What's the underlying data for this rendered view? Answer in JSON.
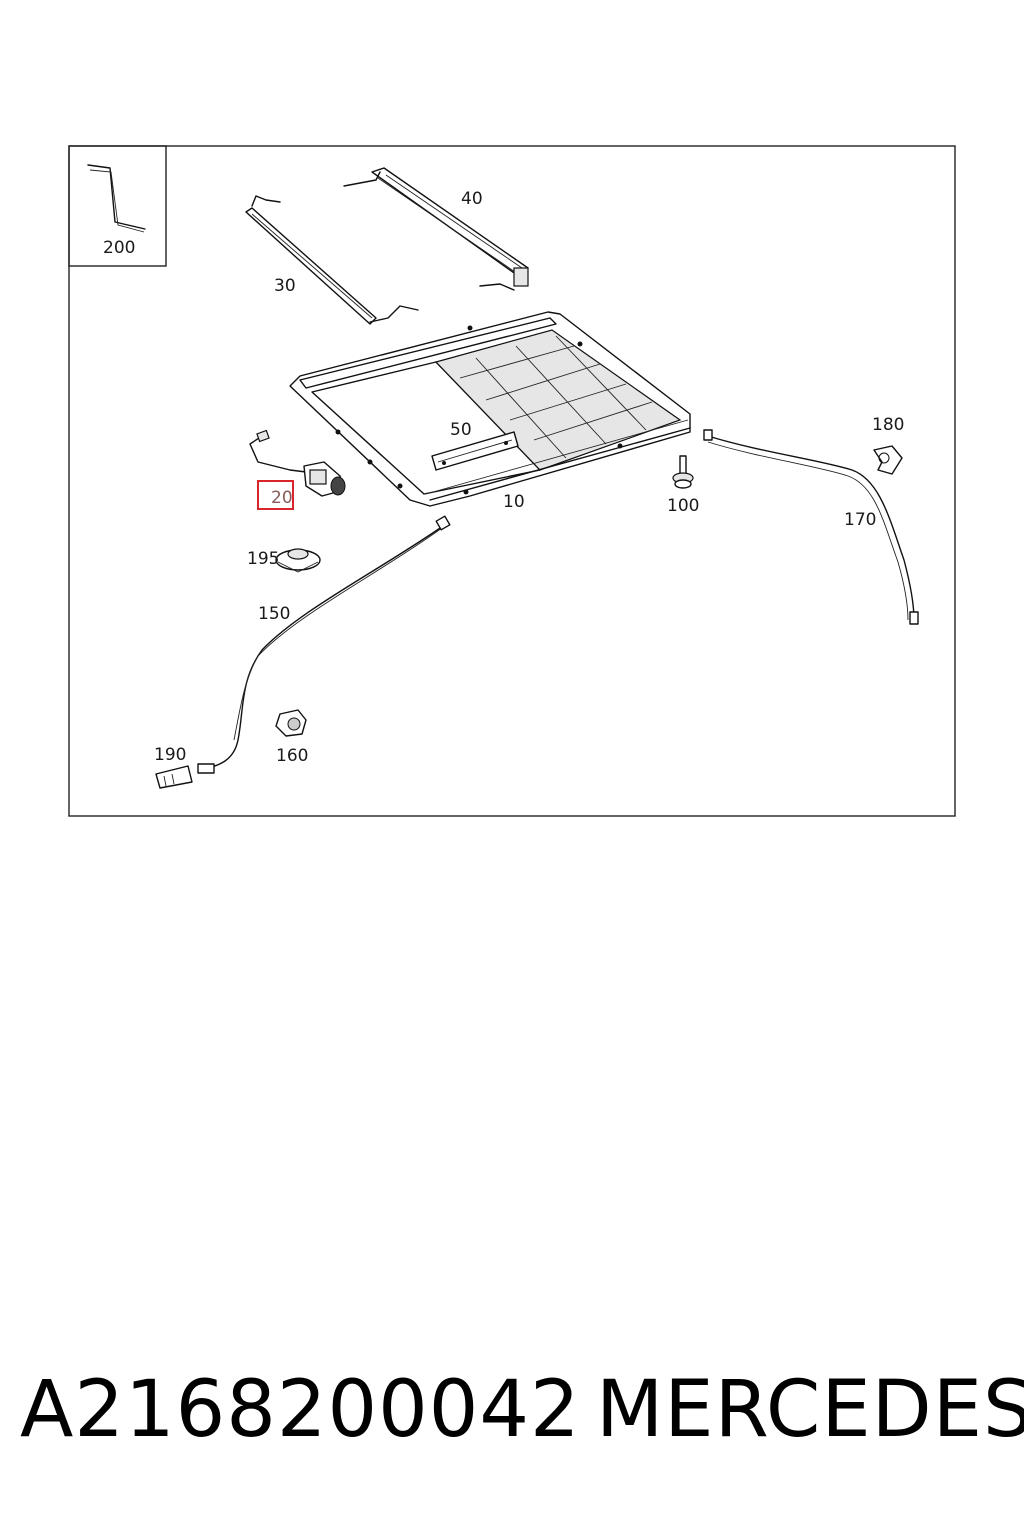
{
  "diagram": {
    "callouts": {
      "c200": "200",
      "c40": "40",
      "c30": "30",
      "c50": "50",
      "c180": "180",
      "c20": "20",
      "c10": "10",
      "c100": "100",
      "c170": "170",
      "c195": "195",
      "c150": "150",
      "c190": "190",
      "c160": "160"
    },
    "highlighted_callout": "20",
    "highlight_color": "#d9262c"
  },
  "footer": {
    "part_number": "A2168200042",
    "brand": "MERCEDES"
  }
}
